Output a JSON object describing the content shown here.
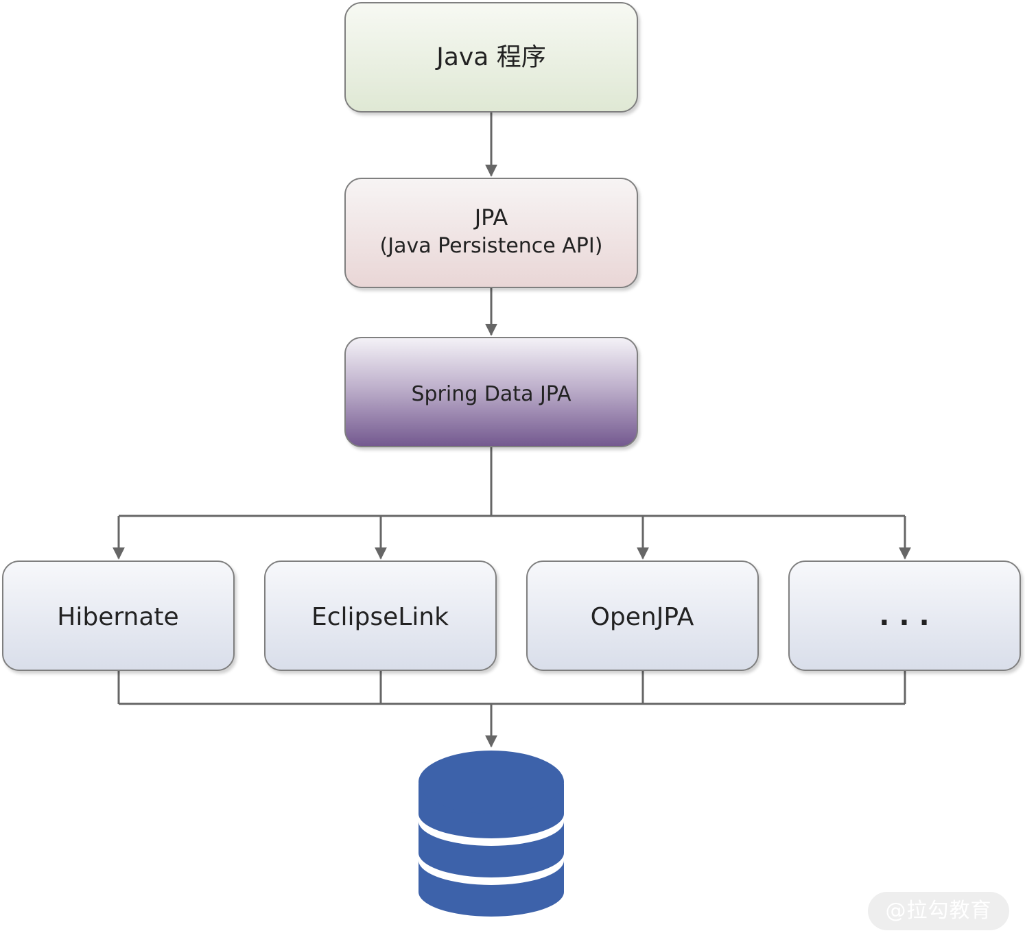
{
  "nodes": {
    "java_program": "Java 程序",
    "jpa_line1": "JPA",
    "jpa_line2": "(Java Persistence API)",
    "spring_data_jpa": "Spring Data JPA",
    "hibernate": "Hibernate",
    "eclipselink": "EclipseLink",
    "openjpa": "OpenJPA",
    "more": ". . ."
  },
  "database_icon": "database-icon",
  "watermark": "@拉勾教育",
  "colors": {
    "java_box_top": "#f7f9f3",
    "java_box_bottom": "#dfe8d4",
    "jpa_box_top": "#f7f4f4",
    "jpa_box_bottom": "#e9d6d6",
    "spring_box_top": "#f4f2f7",
    "spring_box_bottom": "#73588f",
    "impl_box_top": "#f7f8fb",
    "impl_box_bottom": "#d9deea",
    "box_stroke": "#7f7f7f",
    "connector": "#666666",
    "database": "#3d62aa"
  }
}
